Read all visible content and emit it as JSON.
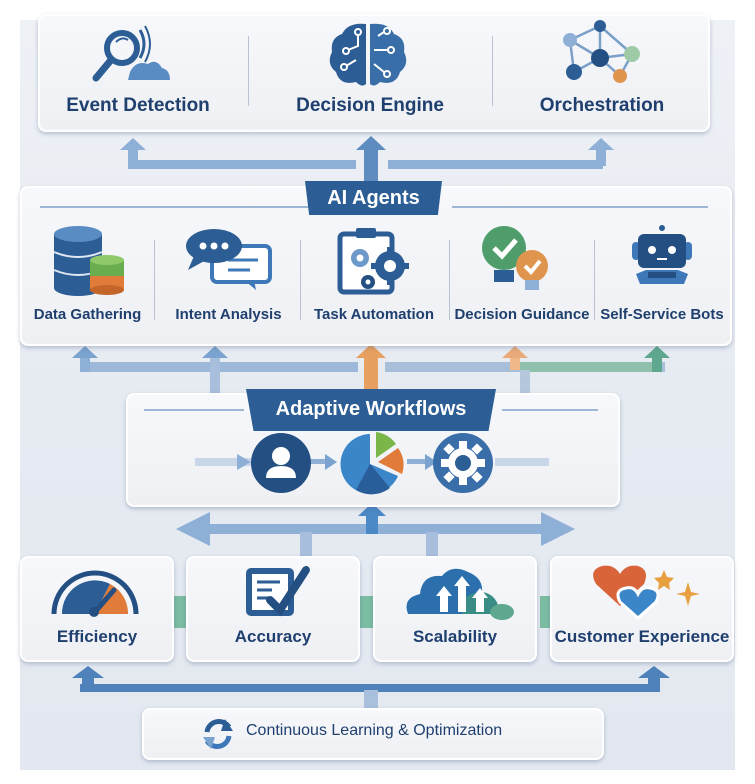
{
  "top_row": {
    "items": [
      {
        "label": "Event Detection",
        "icon": "magnifier-cloud-icon"
      },
      {
        "label": "Decision Engine",
        "icon": "brain-circuit-icon"
      },
      {
        "label": "Orchestration",
        "icon": "network-nodes-icon"
      }
    ]
  },
  "ai_agents": {
    "title": "AI Agents",
    "items": [
      {
        "label": "Data Gathering",
        "icon": "database-icon"
      },
      {
        "label": "Intent Analysis",
        "icon": "chat-bubbles-icon"
      },
      {
        "label": "Task Automation",
        "icon": "clipboard-gears-icon"
      },
      {
        "label": "Decision Guidance",
        "icon": "lightbulb-check-icon"
      },
      {
        "label": "Self-Service Bots",
        "icon": "robot-icon"
      }
    ]
  },
  "adaptive_workflows": {
    "title": "Adaptive Workflows",
    "steps": [
      {
        "icon": "user-icon"
      },
      {
        "icon": "pie-chart-icon"
      },
      {
        "icon": "gear-icon"
      }
    ]
  },
  "outcomes": {
    "items": [
      {
        "label": "Efficiency",
        "icon": "speedometer-icon"
      },
      {
        "label": "Accuracy",
        "icon": "checklist-icon"
      },
      {
        "label": "Scalability",
        "icon": "cloud-arrows-icon"
      },
      {
        "label": "Customer Experience",
        "icon": "hearts-stars-icon"
      }
    ]
  },
  "footer": {
    "label": "Continuous Learning & Optimization",
    "icon": "refresh-cycle-icon"
  },
  "colors": {
    "primary": "#2c5d94",
    "text": "#1f3f6e",
    "arrow_blue": "#8fb0d6",
    "arrow_orange": "#e8a060",
    "arrow_green": "#5fa88f",
    "accent_orange": "#e07b39",
    "accent_green": "#6aad4f"
  }
}
